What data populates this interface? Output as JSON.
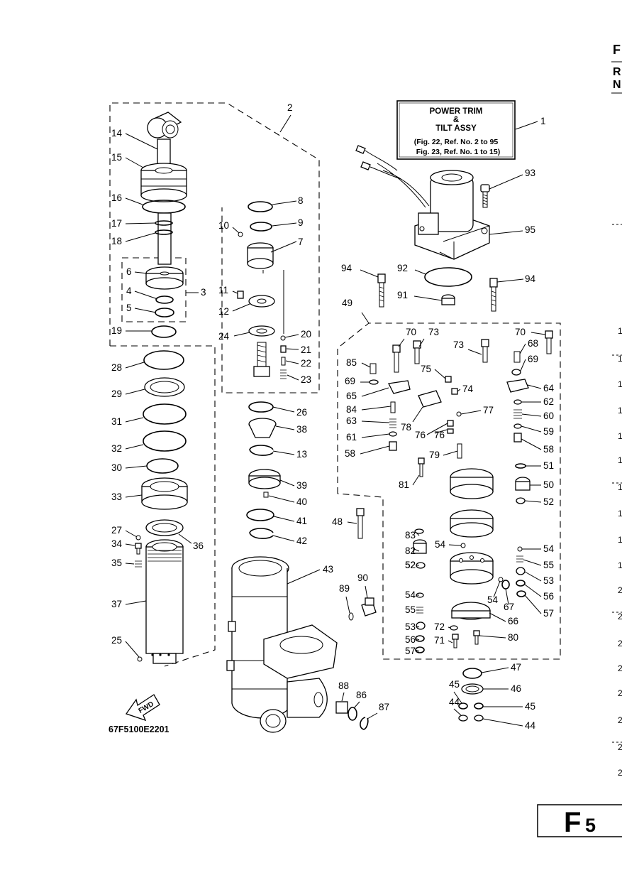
{
  "title_box": {
    "line1": "POWER TRIM",
    "line2": "&",
    "line3": "TILT ASSY",
    "ref1": "(Fig. 22, Ref. No. 2 to 95",
    "ref2": "Fig. 23, Ref. No. 1 to 15)"
  },
  "right_edge": {
    "letters": [
      "F",
      "R",
      "N"
    ],
    "numbers": [
      "1",
      "1",
      "1",
      "1",
      "1",
      "1",
      "1",
      "1",
      "1",
      "1",
      "2",
      "2",
      "2",
      "2",
      "2",
      "2",
      "2",
      "2"
    ]
  },
  "fwd_label": "FWD",
  "drawing_code": "67F5100E2201",
  "page_letter": "F",
  "page_number": "5",
  "callouts": {
    "c1": "1",
    "c2": "2",
    "c3": "3",
    "c4": "4",
    "c5": "5",
    "c6": "6",
    "c7": "7",
    "c8": "8",
    "c9": "9",
    "c10": "10",
    "c11": "11",
    "c12": "12",
    "c13": "13",
    "c14": "14",
    "c15": "15",
    "c16": "16",
    "c17": "17",
    "c18": "18",
    "c19": "19",
    "c20": "20",
    "c21": "21",
    "c22": "22",
    "c23": "23",
    "c24": "24",
    "c25": "25",
    "c26": "26",
    "c27": "27",
    "c28": "28",
    "c29": "29",
    "c30": "30",
    "c31": "31",
    "c32": "32",
    "c33": "33",
    "c34": "34",
    "c35": "35",
    "c36": "36",
    "c37": "37",
    "c38": "38",
    "c39": "39",
    "c40": "40",
    "c41": "41",
    "c42": "42",
    "c43": "43",
    "c44": "44",
    "c45": "45",
    "c46": "46",
    "c47": "47",
    "c48": "48",
    "c49": "49",
    "c50": "50",
    "c51": "51",
    "c52": "52",
    "c53": "53",
    "c54": "54",
    "c55": "55",
    "c56": "56",
    "c57": "57",
    "c58": "58",
    "c59": "59",
    "c60": "60",
    "c61": "61",
    "c62": "62",
    "c63": "63",
    "c64": "64",
    "c65": "65",
    "c66": "66",
    "c67": "67",
    "c68": "68",
    "c69": "69",
    "c70": "70",
    "c71": "71",
    "c72": "72",
    "c73": "73",
    "c74": "74",
    "c75": "75",
    "c76": "76",
    "c77": "77",
    "c78": "78",
    "c79": "79",
    "c80": "80",
    "c81": "81",
    "c82": "82",
    "c83": "83",
    "c84": "84",
    "c85": "85",
    "c86": "86",
    "c87": "87",
    "c88": "88",
    "c89": "89",
    "c90": "90",
    "c91": "91",
    "c92": "92",
    "c93": "93",
    "c94": "94",
    "c95": "95"
  }
}
